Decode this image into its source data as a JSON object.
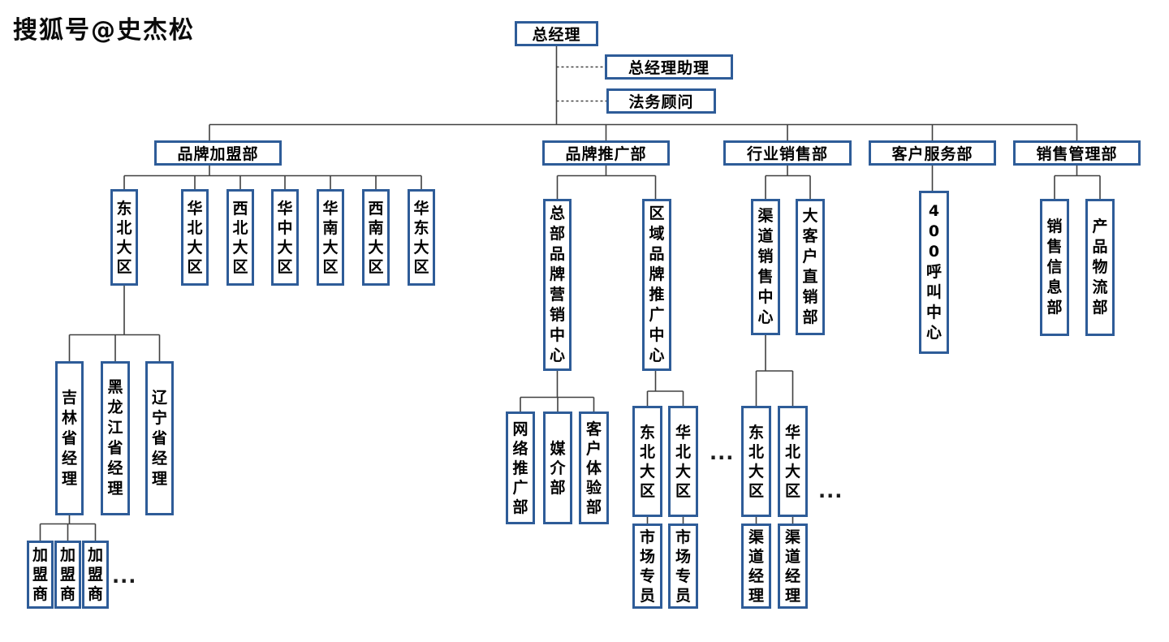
{
  "watermark": "搜狐号@史杰松",
  "colors": {
    "box_border": "#2e5c98",
    "line": "#404040",
    "text": "#000000",
    "bg": "#ffffff"
  },
  "org": {
    "ceo": "总经理",
    "staff": {
      "assistant": "总经理助理",
      "legal_advisor": "法务顾问"
    },
    "departments": [
      "品牌加盟部",
      "品牌推广部",
      "行业销售部",
      "客户服务部",
      "销售管理部"
    ],
    "franchise": {
      "regions": [
        "东北大区",
        "华北大区",
        "西北大区",
        "华中大区",
        "华南大区",
        "西南大区",
        "华东大区"
      ],
      "northeast_provinces": [
        "吉林省经理",
        "黑龙江省经理",
        "辽宁省经理"
      ],
      "franchisees": [
        "加盟商",
        "加盟商",
        "加盟商"
      ],
      "more": "..."
    },
    "promotion": {
      "centers": [
        "总部品牌营销中心",
        "区域品牌推广中心"
      ],
      "hq_sub_depts": [
        "网络推广部",
        "媒介部",
        "客户体验部"
      ],
      "regional_regions": [
        "东北大区",
        "华北大区"
      ],
      "regional_staff": [
        "市场专员",
        "市场专员"
      ],
      "more": "..."
    },
    "industry_sales": {
      "centers": [
        "渠道销售中心",
        "大客户直销部"
      ],
      "channel_regions": [
        "东北大区",
        "华北大区"
      ],
      "channel_staff": [
        "渠道经理",
        "渠道经理"
      ],
      "more": "..."
    },
    "customer_service": {
      "call_center": "400呼叫中心"
    },
    "sales_management": {
      "sub_depts": [
        "销售信息部",
        "产品物流部"
      ]
    }
  }
}
